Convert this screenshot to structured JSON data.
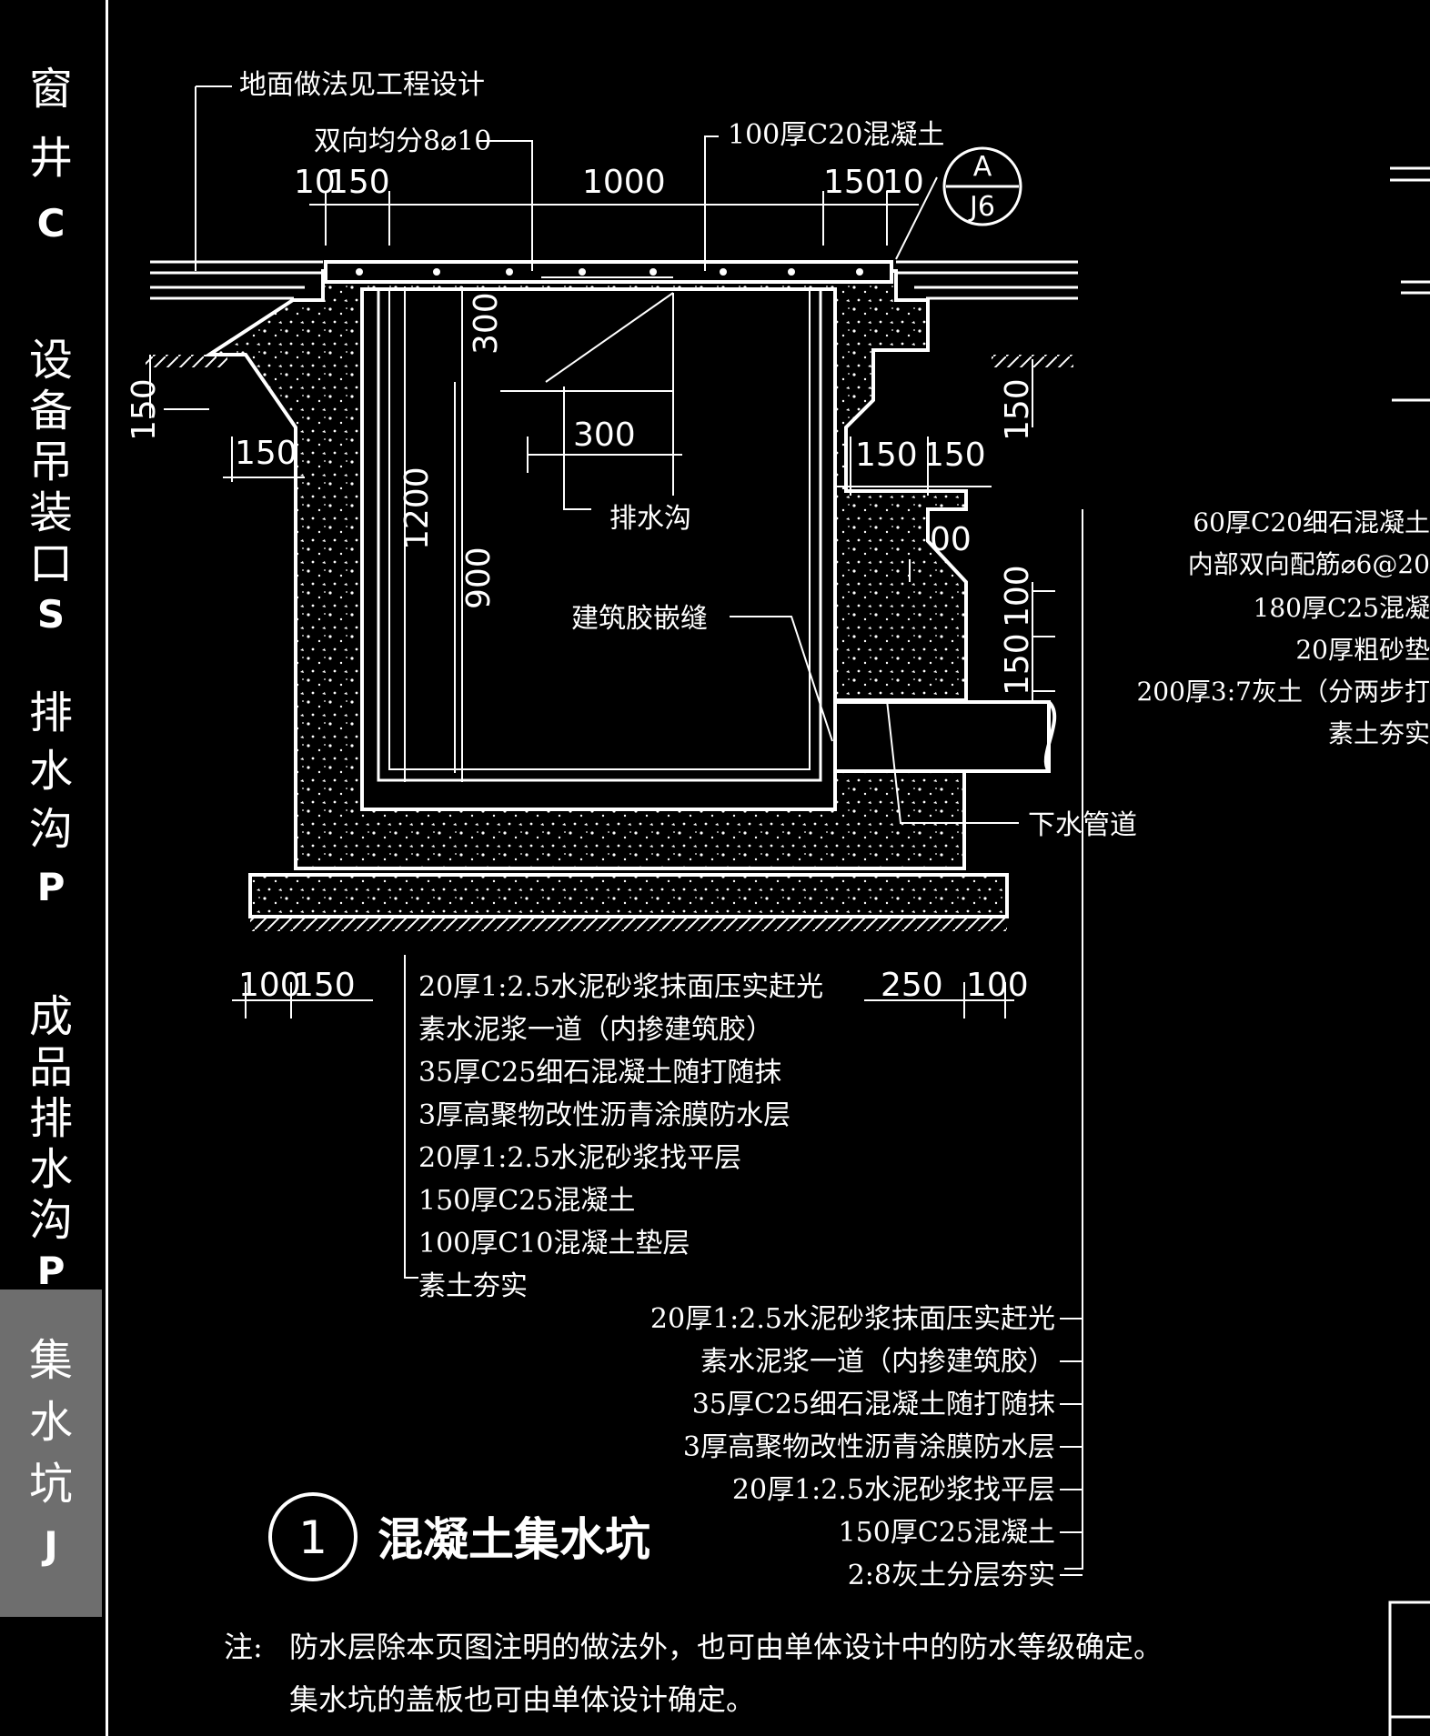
{
  "sidebar": {
    "items": [
      {
        "chars": [
          "窗",
          "井"
        ],
        "code": "C",
        "active": false
      },
      {
        "chars": [
          "设",
          "备",
          "吊",
          "装",
          "口"
        ],
        "code": "S",
        "active": false
      },
      {
        "chars": [
          "排",
          "水",
          "沟"
        ],
        "code": "P",
        "active": false
      },
      {
        "chars": [
          "成",
          "品",
          "排",
          "水",
          "沟"
        ],
        "code": "P",
        "active": false
      },
      {
        "chars": [
          "集",
          "水",
          "坑"
        ],
        "code": "J",
        "active": true
      }
    ]
  },
  "drawing": {
    "top_labels": {
      "ground": "地面做法见工程设计",
      "rebar": "双向均分8⌀10",
      "cover": "100厚C20混凝土",
      "callout_top": "A",
      "callout_bottom": "J6"
    },
    "dims": {
      "d10a": "10",
      "d150a": "150",
      "d1000": "1000",
      "d150b": "150",
      "d10b": "10",
      "d300v": "300",
      "d300h": "300",
      "d150_left_v": "150",
      "d150_left_h": "150",
      "d1200": "1200",
      "d900": "900",
      "d150_r1": "150",
      "d150_r2": "150",
      "d150_right_v": "150",
      "d00": "00",
      "d100_r": "100",
      "d150_r3": "150",
      "d100_bl": "100",
      "d150_bl": "150",
      "d250_br": "250",
      "d100_br": "100"
    },
    "labels": {
      "drain_ditch": "排水沟",
      "sealant": "建筑胶嵌缝",
      "sewer": "下水管道"
    },
    "bottom_layers": [
      "20厚1:2.5水泥砂浆抹面压实赶光",
      "素水泥浆一道（内掺建筑胶）",
      "35厚C25细石混凝土随打随抹",
      "3厚高聚物改性沥青涂膜防水层",
      "20厚1:2.5水泥砂浆找平层",
      "150厚C25混凝土",
      "100厚C10混凝土垫层",
      "素土夯实"
    ],
    "wall_layers": [
      "20厚1:2.5水泥砂浆抹面压实赶光",
      "素水泥浆一道（内掺建筑胶）",
      "35厚C25细石混凝土随打随抹",
      "3厚高聚物改性沥青涂膜防水层",
      "20厚1:2.5水泥砂浆找平层",
      "150厚C25混凝土",
      "2:8灰土分层夯实"
    ],
    "right_layers": [
      "60厚C20细石混凝土",
      "内部双向配筋⌀6@20",
      "180厚C25混凝",
      "20厚粗砂垫",
      "200厚3:7灰土（分两步打",
      "素土夯实"
    ],
    "title_number": "1",
    "title": "混凝土集水坑",
    "note_prefix": "注:",
    "note_line1": "防水层除本页图注明的做法外，也可由单体设计中的防水等级确定。",
    "note_line2": "集水坑的盖板也可由单体设计确定。"
  }
}
